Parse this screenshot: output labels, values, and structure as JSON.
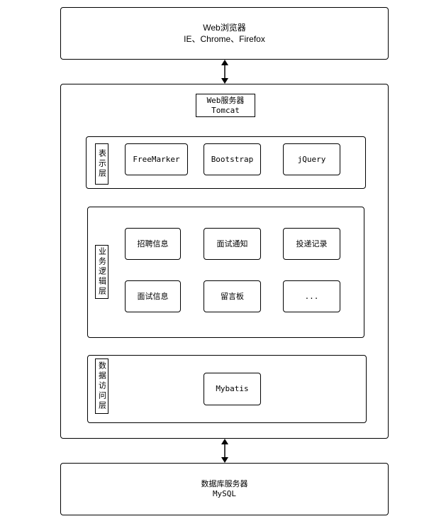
{
  "browser": {
    "title": "Web浏览器",
    "subtitle": "IE、Chrome、Firefox"
  },
  "server": {
    "title": "Web服务器",
    "subtitle": "Tomcat"
  },
  "presentation_layer": {
    "label": "表示层",
    "items": [
      "FreeMarker",
      "Bootstrap",
      "jQuery"
    ]
  },
  "business_layer": {
    "label": "业务逻辑层",
    "items": [
      "招聘信息",
      "面试通知",
      "投递记录",
      "面试信息",
      "留言板",
      "..."
    ]
  },
  "data_access_layer": {
    "label": "数据访问层",
    "items": [
      "Mybatis"
    ]
  },
  "database": {
    "title": "数据库服务器",
    "subtitle": "MySQL"
  }
}
